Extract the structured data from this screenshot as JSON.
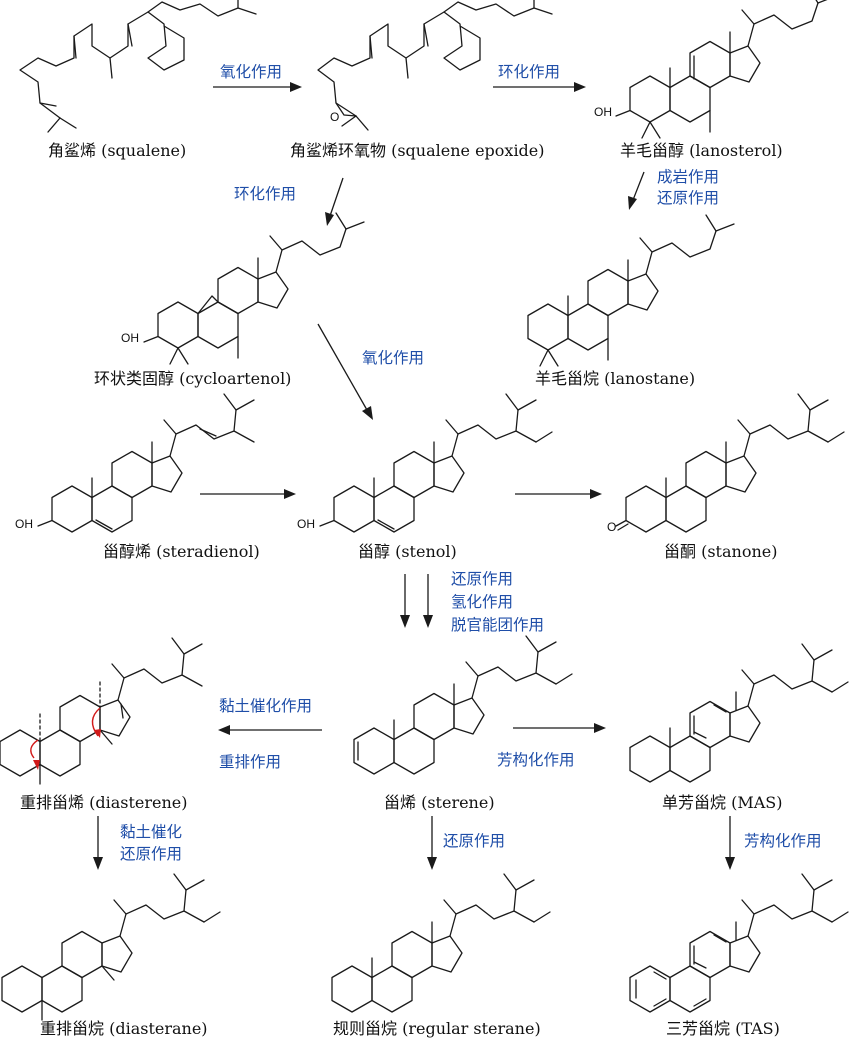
{
  "compounds": {
    "squalene": "角鲨烯 (squalene)",
    "squalene_epoxide": "角鲨烯环氧物 (squalene epoxide)",
    "lanosterol": "羊毛甾醇 (lanosterol)",
    "cycloartenol": "环状类固醇 (cycloartenol)",
    "lanostane": "羊毛甾烷 (lanostane)",
    "steradienol": "甾醇烯 (steradienol)",
    "stenol": "甾醇 (stenol)",
    "stanone": "甾酮 (stanone)",
    "diasterene": "重排甾烯 (diasterene)",
    "sterene": "甾烯 (sterene)",
    "mas": "单芳甾烷 (MAS)",
    "diasterane": "重排甾烷 (diasterane)",
    "regular_sterane": "规则甾烷 (regular sterane)",
    "tas": "三芳甾烷 (TAS)"
  },
  "reactions": {
    "oxidation": "氧化作用",
    "cyclization_1": "环化作用",
    "cyclization_2": "环化作用",
    "diagenesis": "成岩作用",
    "reduction_1": "还原作用",
    "oxidation_2": "氧化作用",
    "reduction_2": "还原作用",
    "hydrogenation": "氢化作用",
    "defunctionalization": "脱官能团作用",
    "clay_catalysis": "黏土催化作用",
    "rearrangement": "重排作用",
    "aromatization_1": "芳构化作用",
    "clay_catalysis_2": "黏土催化",
    "reduction_3": "还原作用",
    "reduction_4": "还原作用",
    "aromatization_2": "芳构化作用"
  },
  "atoms": {
    "oh": "OH",
    "o": "O",
    "ketone_o": "O"
  },
  "colors": {
    "reaction_text": "#1f4ea8",
    "structure": "#1a1a1a",
    "shift_arrow": "#d11a1a"
  }
}
